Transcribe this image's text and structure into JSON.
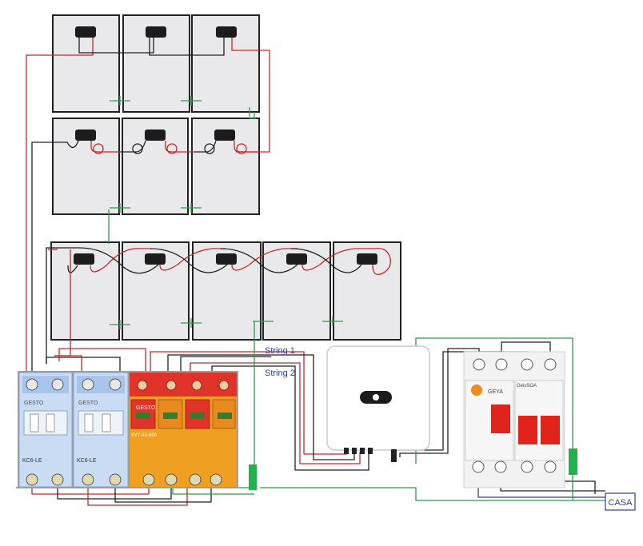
{
  "diagram": {
    "labels": {
      "string1": "String 1",
      "string2": "String 2",
      "casa": "CASA"
    },
    "devices": {
      "fuse_brand": "GESTO",
      "fuse_model": "KC6-LE",
      "spd_brand": "GESTO",
      "spd_model": "SY7-40-600",
      "rcbo_brand": "GEYA",
      "rcbo_brand_2": "GeisSOA"
    },
    "colors": {
      "positive_wire": "#c62828",
      "negative_wire": "#222222",
      "ground_wire": "#2e9a4a",
      "ac_neutral_wire": "#2a3fa8",
      "label_text": "#2a3fa8",
      "panel_frame": "#222222",
      "panel_cell": "#e9e9ec",
      "fuse_body": "#c9dcf4",
      "spd_red": "#e0342a",
      "spd_orange": "#f0a020",
      "breaker_red": "#e0241b",
      "ground_bar": "#22b14c"
    },
    "panels": {
      "row1_count": 3,
      "row2_count": 3,
      "row3_count": 5
    }
  }
}
